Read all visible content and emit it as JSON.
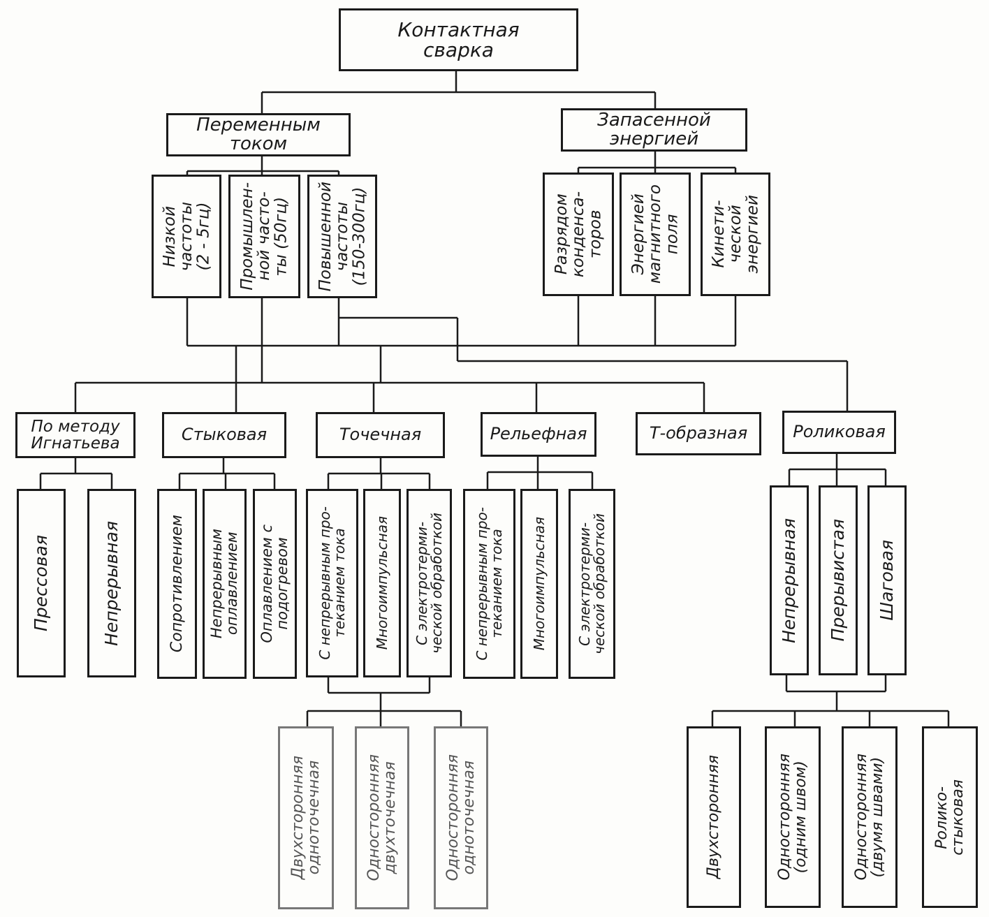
{
  "root": "Контактная\nсварка",
  "l1": {
    "ac": "Переменным\nтоком",
    "stored": "Запасенной\nэнергией"
  },
  "ac_kinds": {
    "low": "Низкой\nчастоты\n(2 - 5гц)",
    "industrial": "Промышлен-\nной часто-\nты (50гц)",
    "high": "Повышенной\nчастоты\n(150-300гц)"
  },
  "stored_kinds": {
    "capacitor": "Разрядом\nконденса-\nторов",
    "magnetic": "Энергией\nмагнитного\nполя",
    "kinetic": "Кинети-\nческой\nэнергией"
  },
  "methods": {
    "ignatiev": "По методу\nИгнатьева",
    "butt": "Стыковая",
    "spot": "Точечная",
    "relief": "Рельефная",
    "t_shaped": "Т-образная",
    "roller": "Роликовая"
  },
  "ignatiev_sub": {
    "press": "Прессовая",
    "continuous": "Непрерывная"
  },
  "butt_sub": {
    "resistance": "Сопротивлением",
    "flash": "Непрерывным\nоплавлением",
    "preheat": "Оплавлением с\nподогревом"
  },
  "spot_sub": {
    "continuous_current": "С непрерывным про-\nтеканием тока",
    "multipulse": "Многоимпульсная",
    "thermal": "С электротерми-\nческой обработкой"
  },
  "relief_sub": {
    "continuous_current": "С непрерывным про-\nтеканием тока",
    "multipulse": "Многоимпульсная",
    "thermal": "С электротерми-\nческой обработкой"
  },
  "roller_sub": {
    "continuous": "Непрерывная",
    "intermittent": "Прерывистая",
    "step": "Шаговая"
  },
  "spot_sides": {
    "double_single": "Двухсторонняя\nодноточечная",
    "single_double": "Односторонняя\nдвухточечная",
    "single_single": "Односторонняя\nодноточечная"
  },
  "roller_sides": {
    "double": "Двухсторонняя",
    "single_one": "Односторонняя\n(одним швом)",
    "single_two": "Односторонняя\n(двумя швами)",
    "roller_butt": "Ролико-\nстыковая"
  }
}
